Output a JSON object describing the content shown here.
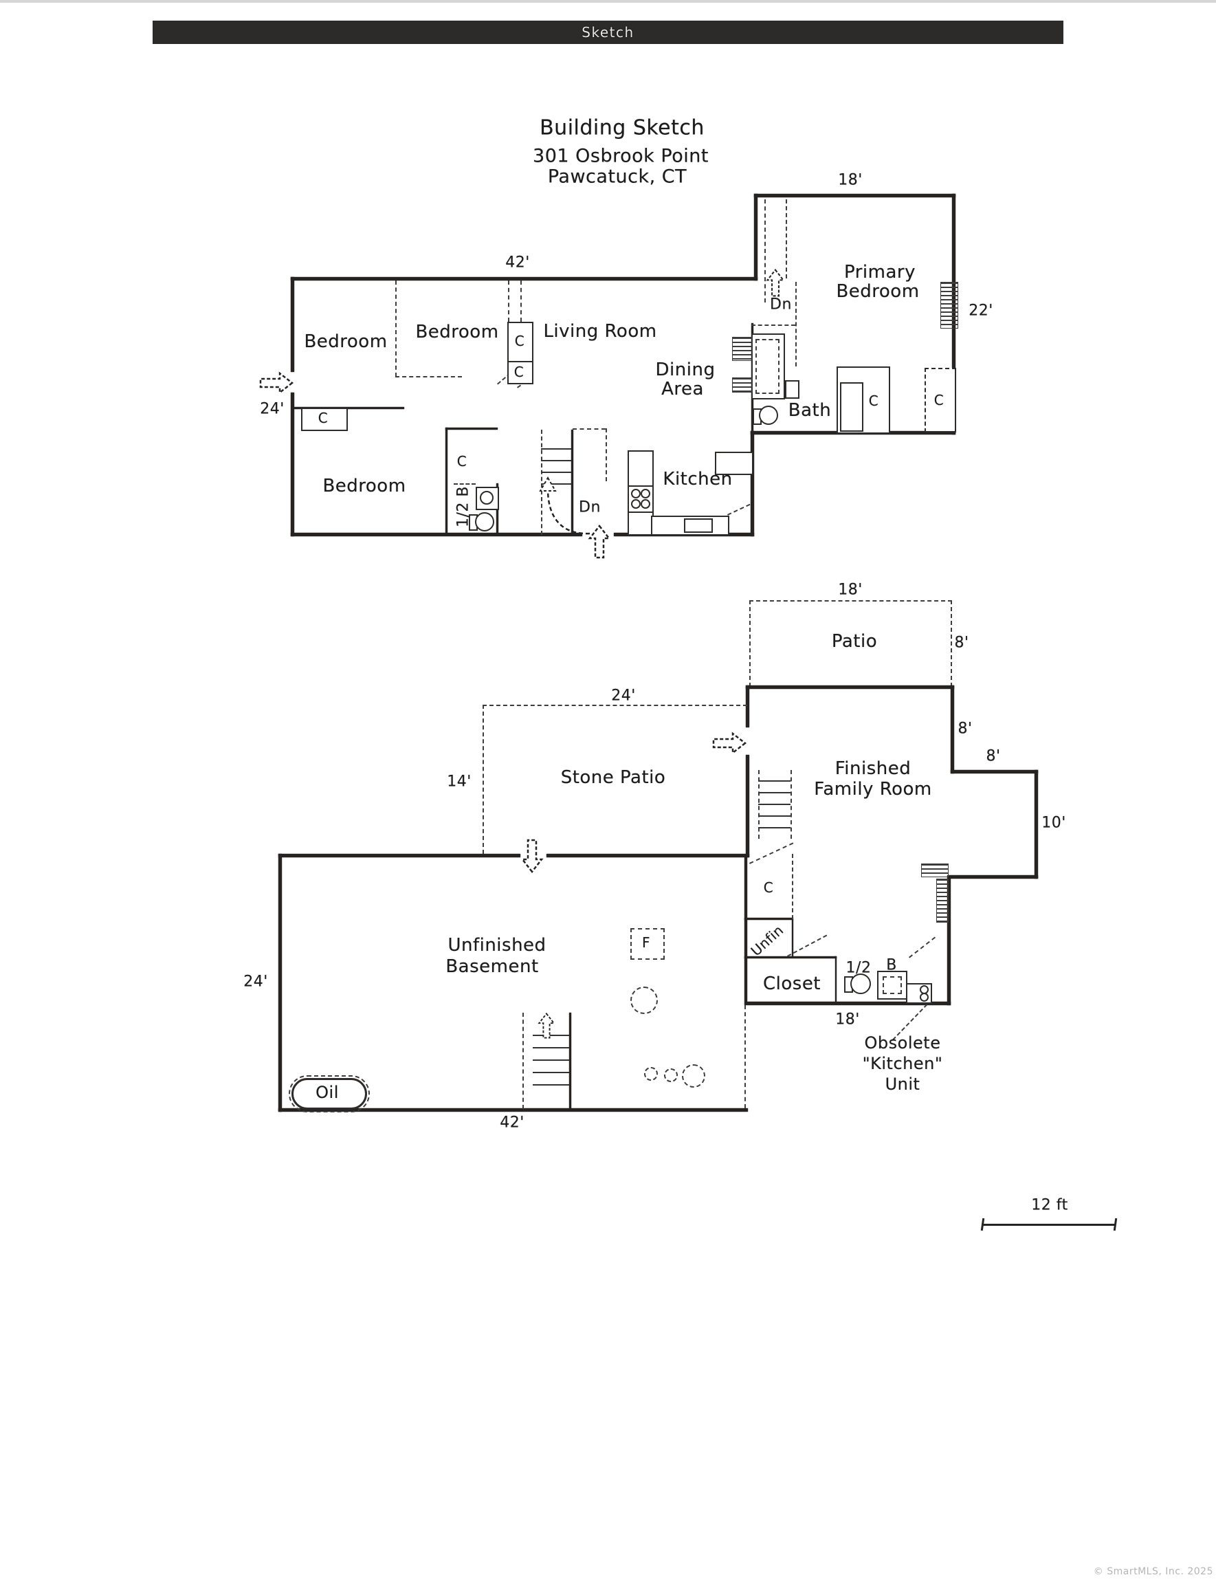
{
  "header": {
    "title": "Sketch"
  },
  "title_block": {
    "title": "Building Sketch",
    "address1": "301 Osbrook Point",
    "address2": "Pawcatuck, CT"
  },
  "shared": {
    "closet": "C",
    "down": "Dn"
  },
  "first_floor": {
    "dim_top": "42'",
    "dim_left": "24'",
    "wing_dim_top": "18'",
    "wing_dim_right": "22'",
    "bedroom1": "Bedroom",
    "bedroom2": "Bedroom",
    "bedroom3": "Bedroom",
    "living": "Living Room",
    "dining1": "Dining",
    "dining2": "Area",
    "primary1": "Primary",
    "primary2": "Bedroom",
    "bath": "Bath",
    "kitchen": "Kitchen",
    "half_bath": "1/2 B"
  },
  "basement": {
    "patio": "Patio",
    "patio_dim_top": "18'",
    "patio_dim_right": "8'",
    "family1": "Finished",
    "family2": "Family Room",
    "dim_step_v": "8'",
    "dim_step_h": "8'",
    "dim_bump_right": "10'",
    "stone_patio": "Stone Patio",
    "stone_dim_top": "24'",
    "stone_dim_left": "14'",
    "unfinished1": "Unfinished",
    "unfinished2": "Basement",
    "dim_left": "24'",
    "dim_bottom": "42'",
    "closet_room": "Closet",
    "unfin": "Unfin",
    "half1": "1/2",
    "half2": "B",
    "closet_dim": "18'",
    "furnace": "F",
    "oil": "Oil",
    "obsolete1": "Obsolete",
    "obsolete2": "\"Kitchen\"",
    "obsolete3": "Unit"
  },
  "scale_bar": {
    "label": "12 ft"
  },
  "footer": {
    "watermark": "© SmartMLS, Inc. 2025"
  }
}
